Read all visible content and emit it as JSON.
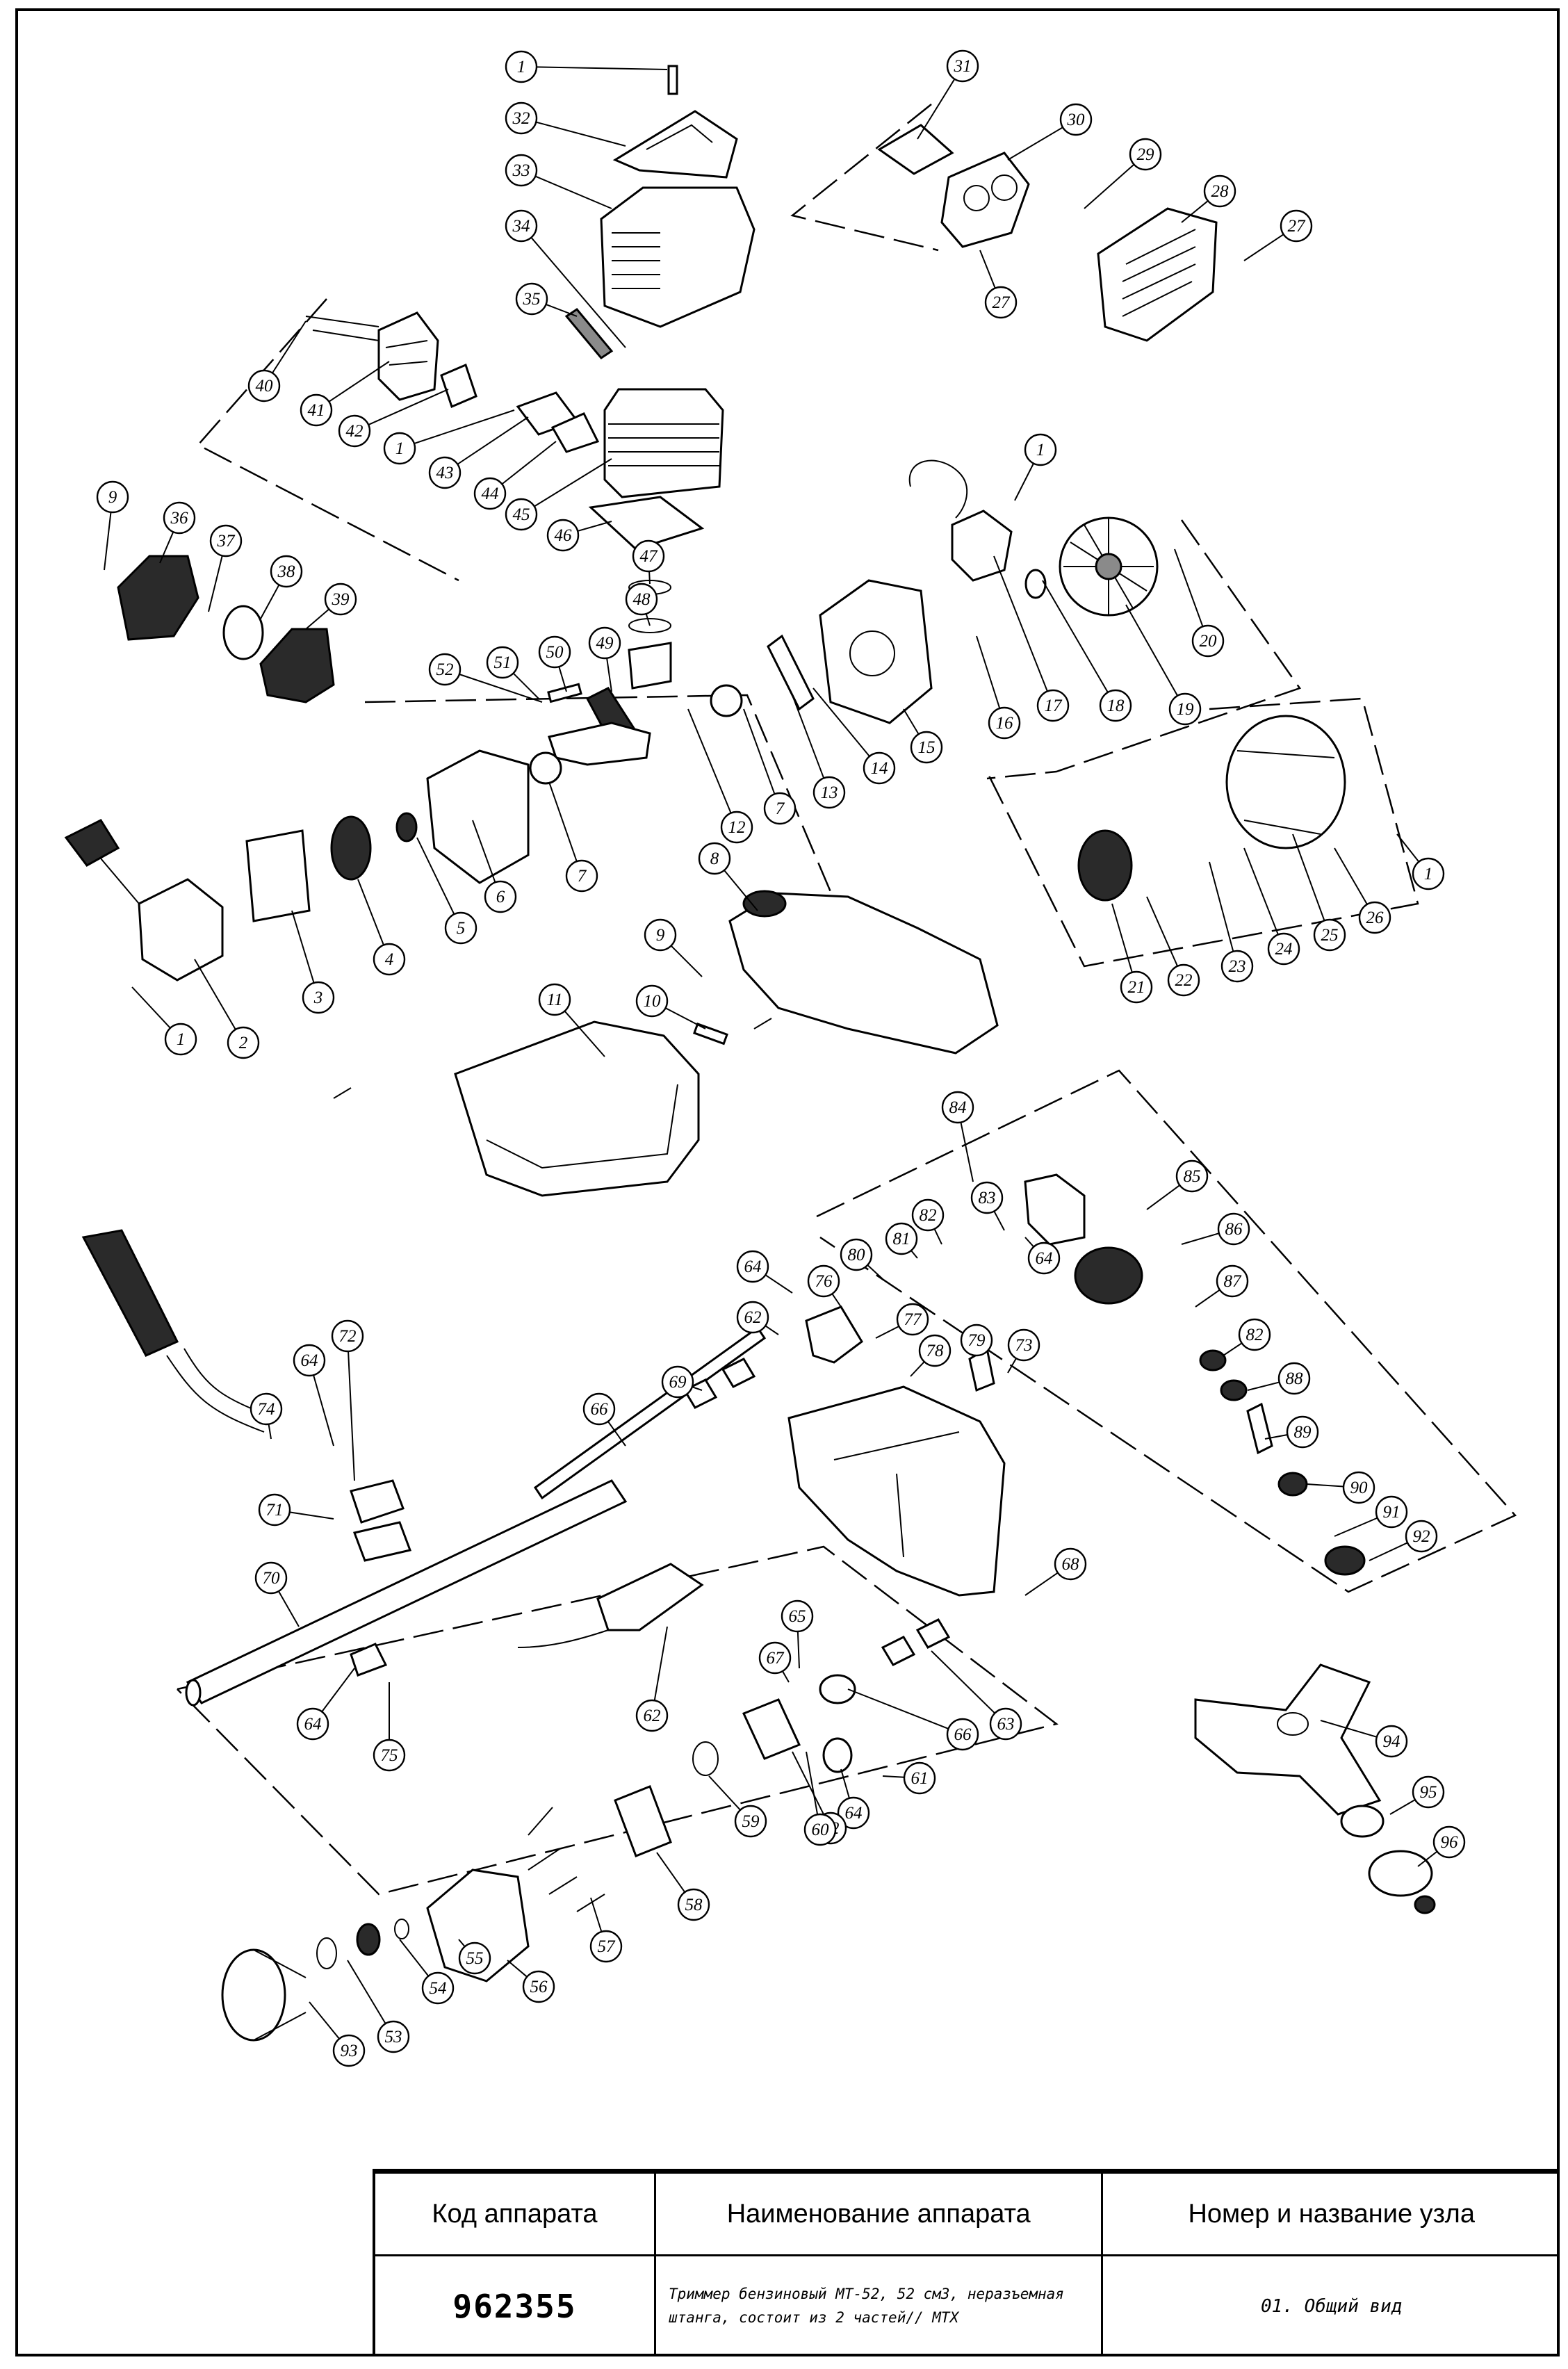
{
  "title_block": {
    "headers": {
      "code": "Код аппарата",
      "name": "Наименование аппарата",
      "unit": "Номер и название узла"
    },
    "code_value": "962355",
    "name_value": "Триммер бензиновый МТ-52, 52 см3, неразъемная штанга, состоит из 2 частей// MTX",
    "unit_value": "01. Общий вид"
  },
  "callouts": [
    "1",
    "32",
    "33",
    "34",
    "35",
    "40",
    "41",
    "42",
    "1",
    "43",
    "44",
    "45",
    "46",
    "31",
    "30",
    "29",
    "28",
    "27",
    "27",
    "9",
    "36",
    "37",
    "38",
    "39",
    "47",
    "48",
    "49",
    "50",
    "51",
    "52",
    "1",
    "17",
    "18",
    "19",
    "20",
    "16",
    "15",
    "14",
    "13",
    "12",
    "7",
    "8",
    "9",
    "10",
    "11",
    "2",
    "3",
    "4",
    "5",
    "6",
    "7",
    "1",
    "21",
    "22",
    "23",
    "24",
    "25",
    "26",
    "1",
    "84",
    "85",
    "86",
    "87",
    "82",
    "88",
    "89",
    "90",
    "91",
    "92",
    "80",
    "81",
    "82",
    "83",
    "64",
    "76",
    "64",
    "62",
    "77",
    "78",
    "79",
    "73",
    "74",
    "64",
    "72",
    "71",
    "70",
    "64",
    "75",
    "66",
    "69",
    "62",
    "68",
    "67",
    "65",
    "66",
    "63",
    "64",
    "61",
    "62",
    "60",
    "59",
    "58",
    "57",
    "56",
    "55",
    "54",
    "53",
    "93",
    "94",
    "95",
    "96"
  ],
  "colors": {
    "line": "#000000",
    "paper": "#ffffff",
    "part_dark": "#2a2a2a",
    "part_grey": "#8a8a8a"
  }
}
